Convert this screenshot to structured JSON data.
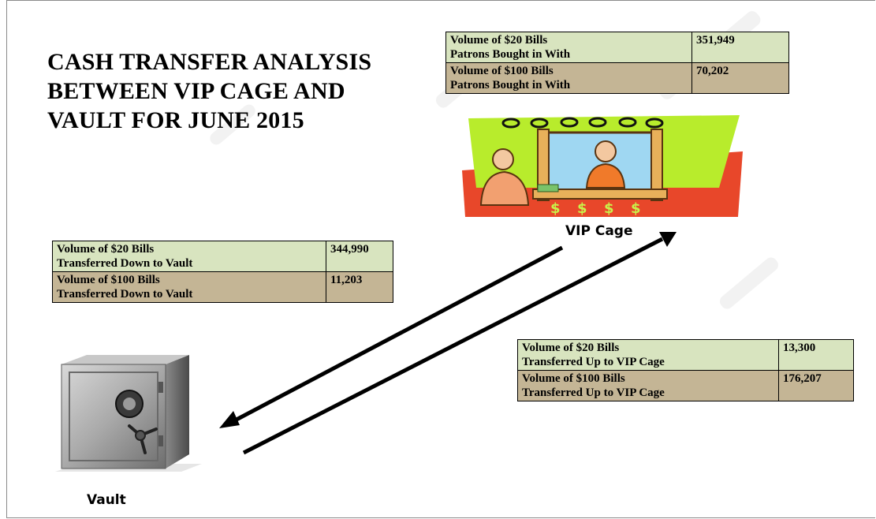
{
  "title_lines": [
    "CASH TRANSFER ANALYSIS",
    "BETWEEN VIP CAGE AND",
    "VAULT FOR JUNE 2015"
  ],
  "vip_cage_table": {
    "row20": {
      "label_line1": "Volume of $20 Bills",
      "label_line2": "Patrons Bought in With",
      "value": "351,949"
    },
    "row100": {
      "label_line1": "Volume of $100 Bills",
      "label_line2": "Patrons Bought in With",
      "value": "70,202"
    }
  },
  "down_table": {
    "row20": {
      "label_line1": "Volume of $20 Bills",
      "label_line2": "Transferred  Down to Vault",
      "value": "344,990"
    },
    "row100": {
      "label_line1": "Volume of $100 Bills",
      "label_line2": "Transferred  Down to Vault",
      "value": "11,203"
    }
  },
  "up_table": {
    "row20": {
      "label_line1": "Volume of $20 Bills",
      "label_line2": "Transferred  Up to VIP Cage",
      "value": "13,300"
    },
    "row100": {
      "label_line1": "Volume of $100 Bills",
      "label_line2": "Transferred  Up to VIP Cage",
      "value": "176,207"
    }
  },
  "vip_cage_label": "VIP Cage",
  "vault_label": "Vault",
  "colors": {
    "row20": "#d8e4bf",
    "row100": "#c4b595",
    "arrow": "#000000"
  },
  "icons": [
    "cashier-window-clipart",
    "safe-vault-clipart"
  ]
}
